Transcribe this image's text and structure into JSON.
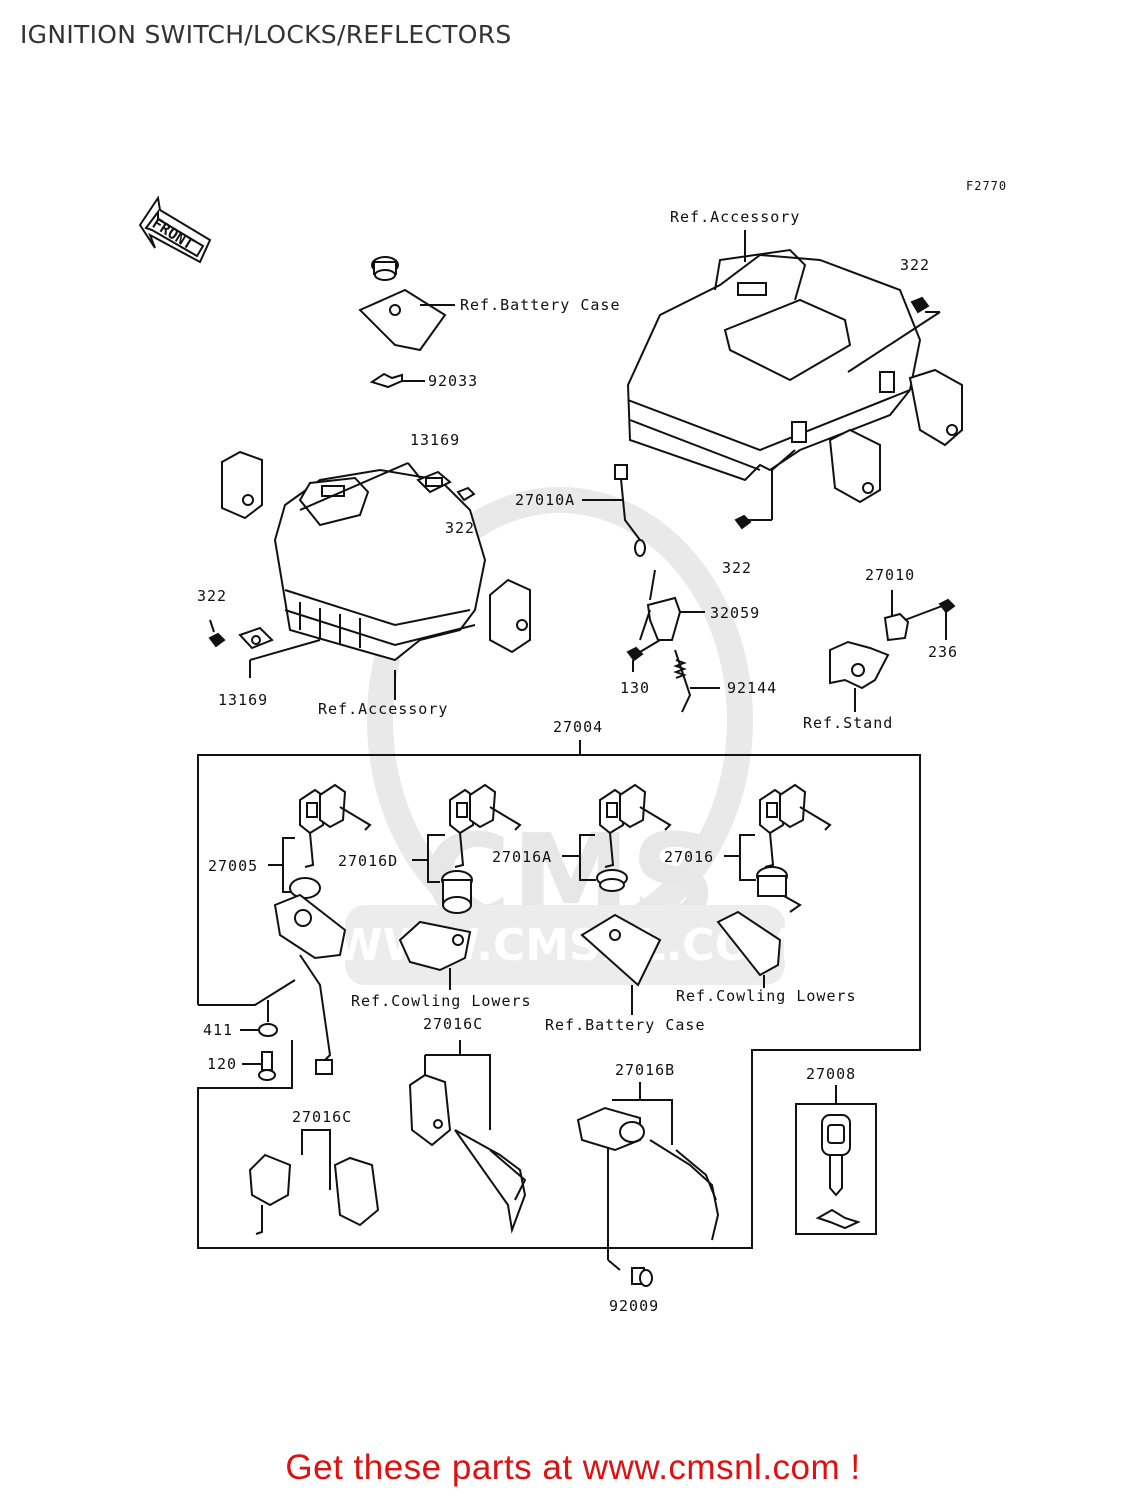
{
  "title": "IGNITION SWITCH/LOCKS/REFLECTORS",
  "figure_code": "F2770",
  "front_label": "FRONT",
  "watermark": "WWW.CMSNL.COM",
  "watermark_short": "CMS",
  "labels": {
    "ref_accessory_top": "Ref.Accessory",
    "p322_a": "322",
    "ref_battery_case_top": "Ref.Battery Case",
    "p92033": "92033",
    "p13169_a": "13169",
    "p322_b": "322",
    "p27010A": "27010A",
    "p322_c": "322",
    "p322_d": "322",
    "p13169_b": "13169",
    "ref_accessory_left": "Ref.Accessory",
    "p32059": "32059",
    "p130": "130",
    "p92144": "92144",
    "p27010": "27010",
    "p236": "236",
    "ref_stand": "Ref.Stand",
    "p27004": "27004",
    "p27005": "27005",
    "p27016D": "27016D",
    "p27016A": "27016A",
    "p27016": "27016",
    "ref_cowling_lowers_a": "Ref.Cowling Lowers",
    "ref_cowling_lowers_b": "Ref.Cowling Lowers",
    "ref_battery_case_bottom": "Ref.Battery Case",
    "p411": "411",
    "p120": "120",
    "p27016C_a": "27016C",
    "p27016C_b": "27016C",
    "p27016B": "27016B",
    "p27008": "27008",
    "p92009": "92009"
  },
  "footer": "Get these parts at www.cmsnl.com !",
  "colors": {
    "footer": "#dd1111",
    "line": "#111111",
    "watermark": "#e7e7e7"
  }
}
